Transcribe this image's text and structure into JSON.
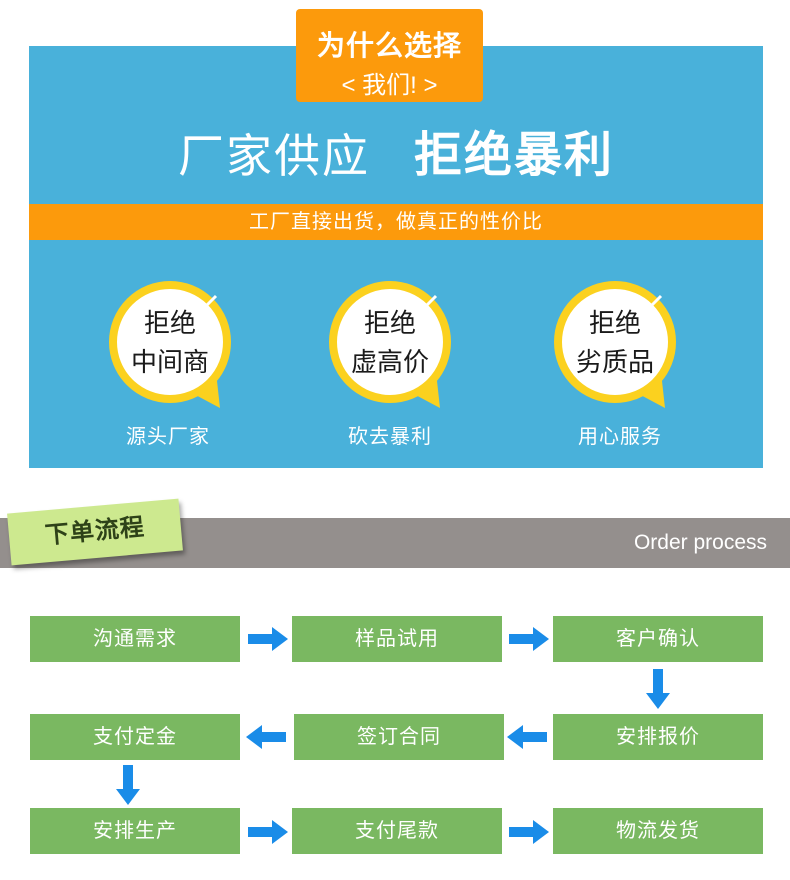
{
  "badge": {
    "line1": "为什么选择",
    "line2": "< 我们! >"
  },
  "headline": {
    "part1": "厂家供应",
    "part2": "拒绝暴利"
  },
  "subtitle": "工厂直接出货，做真正的性价比",
  "features": [
    {
      "line1": "拒绝",
      "line2": "中间商",
      "caption": "源头厂家"
    },
    {
      "line1": "拒绝",
      "line2": "虚高价",
      "caption": "砍去暴利"
    },
    {
      "line1": "拒绝",
      "line2": "劣质品",
      "caption": "用心服务"
    }
  ],
  "process": {
    "tag": "下单流程",
    "title_en": "Order process",
    "steps": [
      "沟通需求",
      "样品试用",
      "客户确认",
      "安排报价",
      "签订合同",
      "支付定金",
      "安排生产",
      "支付尾款",
      "物流发货"
    ]
  },
  "icons": {
    "arrow_right": "arrow-right-icon",
    "arrow_left": "arrow-left-icon",
    "arrow_down": "arrow-down-icon",
    "bubble": "speech-bubble-icon"
  },
  "colors": {
    "panel_blue": "#49b1da",
    "orange": "#fc9a0c",
    "ring_yellow": "#fbd11f",
    "step_green": "#7ab861",
    "arrow_blue": "#1a8ce8",
    "bar_gray": "#948f8d",
    "tag_green": "#cde98f"
  }
}
